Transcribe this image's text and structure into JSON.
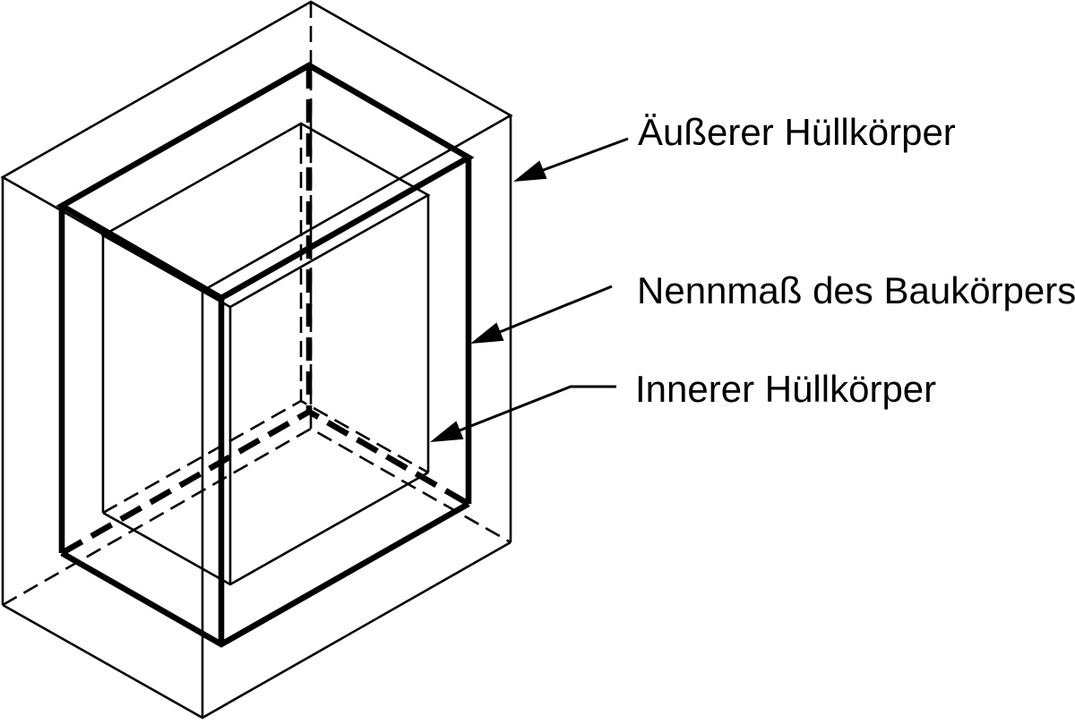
{
  "diagram": {
    "kind": "isometric technical drawing",
    "background_color": "#ffffff",
    "line_color": "#000000",
    "bodies": [
      {
        "id": "outer-envelope",
        "line_weight": "thin",
        "hidden_edges": "thin dashed"
      },
      {
        "id": "nominal-body",
        "line_weight": "thick",
        "hidden_edges": "thick dashed"
      },
      {
        "id": "inner-envelope",
        "line_weight": "thin",
        "hidden_edges": "thin dashed"
      }
    ],
    "labels": [
      {
        "id": "outer-envelope",
        "text": "Äußerer Hüllkörper"
      },
      {
        "id": "nominal-body",
        "text": "Nennmaß des Baukörpers"
      },
      {
        "id": "inner-envelope",
        "text": "Innerer Hüllkörper"
      }
    ]
  }
}
